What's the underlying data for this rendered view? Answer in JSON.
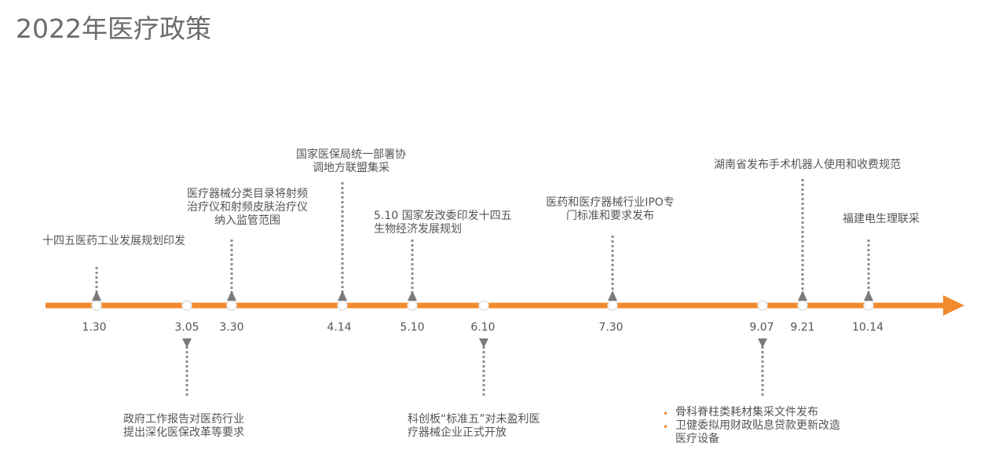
{
  "title": "2022年医疗政策",
  "colors": {
    "axis": "#f28a2e",
    "connector": "#8c8c8c",
    "text": "#555555",
    "title": "#6b6b6b"
  },
  "dates": [
    "1.30",
    "3.05",
    "3.30",
    "4.14",
    "5.10",
    "6.10",
    "7.30",
    "9.07",
    "9.21",
    "10.14"
  ],
  "events_above": [
    {
      "date": "1.30",
      "lines": [
        "十四五医药工业发展规划印发"
      ]
    },
    {
      "date": "3.30",
      "lines": [
        "医疗器械分类目录将射频",
        "治疗仪和射频皮肤治疗仪",
        "纳入监管范围"
      ]
    },
    {
      "date": "4.14",
      "lines": [
        "国家医保局统一部署协",
        "调地方联盟集采"
      ]
    },
    {
      "date": "5.10",
      "lines": [
        "5.10 国家发改委印发十四五",
        "生物经济发展规划"
      ]
    },
    {
      "date": "7.30",
      "lines": [
        "医药和医疗器械行业IPO专",
        "门标准和要求发布"
      ]
    },
    {
      "date": "9.21",
      "lines": [
        "湖南省发布手术机器人使用和收费规范"
      ]
    },
    {
      "date": "10.14",
      "lines": [
        "福建电生理联采"
      ]
    }
  ],
  "events_below": [
    {
      "date": "3.05",
      "lines": [
        "政府工作报告对医药行业",
        "提出深化医保改革等要求"
      ]
    },
    {
      "date": "6.10",
      "lines": [
        "科创板“标准五”对未盈利医",
        "疗器械企业正式开放"
      ]
    },
    {
      "date": "9.07",
      "bullets": [
        {
          "lines": [
            " 骨科脊柱类耗材集采文件发布"
          ]
        },
        {
          "lines": [
            "卫健委拟用财政贴息贷款更新改造",
            "医疗设备"
          ]
        }
      ]
    }
  ],
  "bullet_symbol": "•"
}
